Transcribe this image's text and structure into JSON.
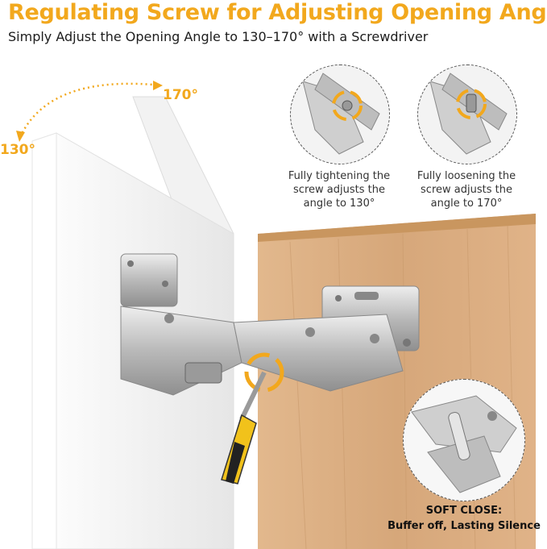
{
  "header": {
    "title": "Regulating Screw for Adjusting Opening Angle",
    "subtitle": "Simply Adjust the Opening Angle to 130–170° with a Screwdriver"
  },
  "angles": {
    "max": "170°",
    "min": "130°"
  },
  "details": [
    {
      "lines": [
        "Fully tightening the",
        "screw adjusts the",
        "angle to 130°"
      ]
    },
    {
      "lines": [
        "Fully loosening the",
        "screw adjusts the",
        "angle to 170°"
      ]
    }
  ],
  "soft_close": {
    "line1": "SOFT CLOSE:",
    "line2": "Buffer off, Lasting Silence"
  },
  "colors": {
    "accent": "#f2a81d",
    "wood": "#d9ab7e",
    "metal": "#c9c9c9",
    "handle": "#f1c21b"
  }
}
